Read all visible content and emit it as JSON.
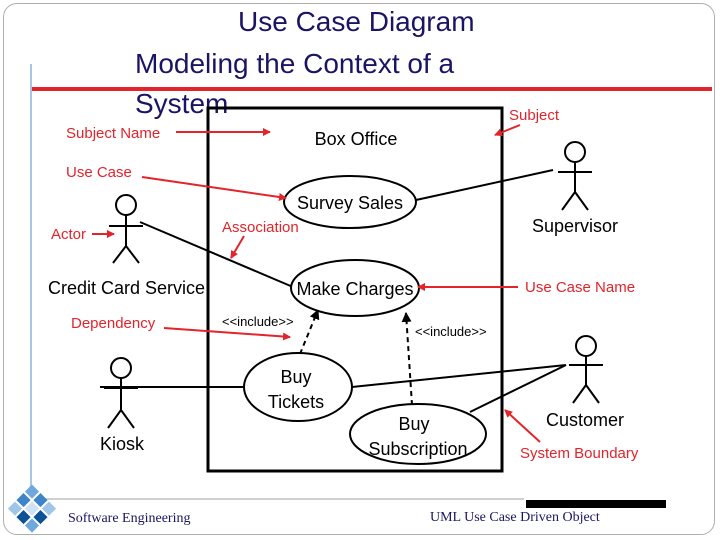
{
  "title_line1": "Use Case Diagram",
  "title_line2": "Modeling the Context of a System",
  "diagram": {
    "system_name": "Box Office",
    "use_cases": {
      "survey_sales": "Survey Sales",
      "make_charges": "Make Charges",
      "buy_tickets_1": "Buy",
      "buy_tickets_2": "Tickets",
      "buy_subscription_1": "Buy",
      "buy_subscription_2": "Subscription"
    },
    "actors": {
      "credit_card_service": "Credit Card Service",
      "kiosk": "Kiosk",
      "supervisor": "Supervisor",
      "customer": "Customer"
    },
    "include_label_1": "<<include>>",
    "include_label_2": "<<include>>",
    "callouts": {
      "subject_name": "Subject Name",
      "use_case": "Use Case",
      "actor": "Actor",
      "dependency": "Dependency",
      "association": "Association",
      "subject": "Subject",
      "use_case_name": "Use Case Name",
      "system_boundary": "System Boundary"
    },
    "callout_color": "#e3242b"
  },
  "footer": {
    "left": "Software Engineering",
    "right": "UML Use Case Driven Object"
  },
  "logo": {
    "icon": "diamond-mosaic-logo"
  }
}
